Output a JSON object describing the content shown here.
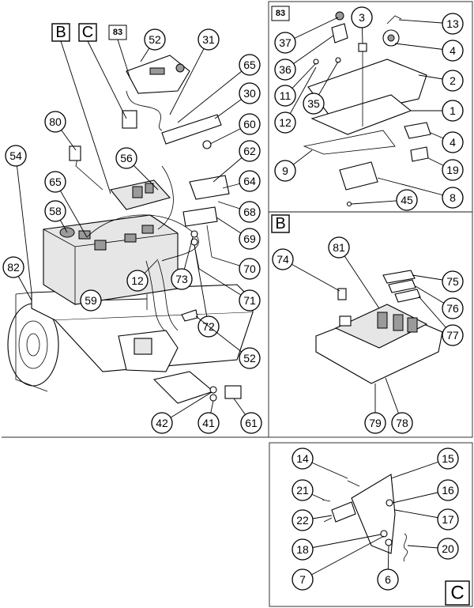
{
  "sections": {
    "main_labels": [
      "B",
      "C",
      "83"
    ],
    "panel_83_label": "83",
    "panel_b_label": "B",
    "panel_c_label": "C"
  },
  "callouts": {
    "main": [
      "52",
      "31",
      "65",
      "30",
      "60",
      "80",
      "54",
      "56",
      "62",
      "64",
      "65",
      "68",
      "58",
      "69",
      "82",
      "70",
      "12",
      "73",
      "71",
      "59",
      "72",
      "52",
      "42",
      "41",
      "61"
    ],
    "panel_83": [
      "3",
      "13",
      "37",
      "4",
      "36",
      "2",
      "11",
      "35",
      "1",
      "12",
      "4",
      "9",
      "19",
      "8",
      "45"
    ],
    "panel_b": [
      "81",
      "74",
      "75",
      "76",
      "77",
      "79",
      "78"
    ],
    "panel_c": [
      "14",
      "15",
      "21",
      "16",
      "22",
      "17",
      "18",
      "20",
      "7",
      "6"
    ]
  }
}
